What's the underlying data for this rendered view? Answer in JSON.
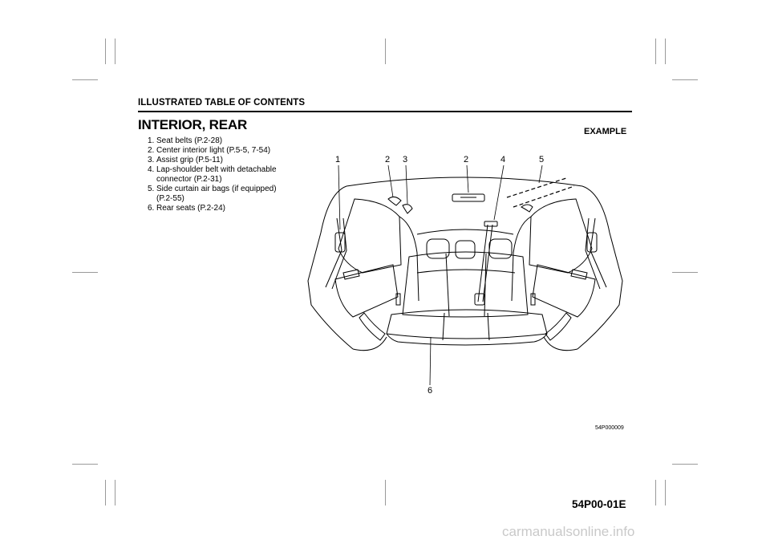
{
  "header": {
    "title": "ILLUSTRATED TABLE OF CONTENTS"
  },
  "section": {
    "title": "INTERIOR, REAR",
    "example_label": "EXAMPLE"
  },
  "legend": [
    {
      "num": "1.",
      "text": "Seat belts (P.2-28)"
    },
    {
      "num": "2.",
      "text": "Center interior light (P.5-5, 7-54)"
    },
    {
      "num": "3.",
      "text": "Assist grip (P.5-11)"
    },
    {
      "num": "4.",
      "text": "Lap-shoulder belt with detachable connector (P.2-31)"
    },
    {
      "num": "5.",
      "text": "Side curtain air bags (if equipped) (P.2-55)"
    },
    {
      "num": "6.",
      "text": "Rear seats (P.2-24)"
    }
  ],
  "figure": {
    "callouts": [
      "1",
      "2",
      "3",
      "2",
      "4",
      "5",
      "6"
    ],
    "code": "54P000009"
  },
  "footer": {
    "page_code": "54P00-01E",
    "watermark": "carmanualsonline.info"
  }
}
